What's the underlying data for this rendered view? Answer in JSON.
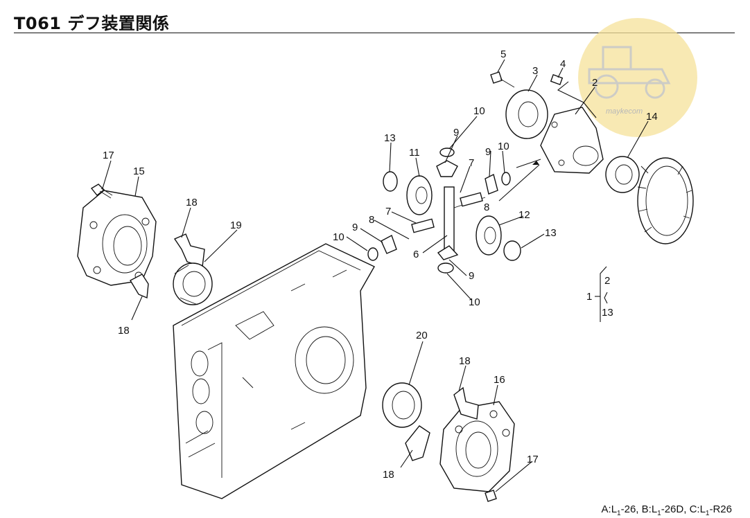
{
  "header": {
    "title": "T061 デフ装置関係"
  },
  "watermark": {
    "text": "maykecom",
    "color": "#f6e29a",
    "icon": "tractor-icon"
  },
  "callouts": {
    "c1": "1",
    "c2": "2",
    "c2b": "2",
    "c3": "3",
    "c4": "4",
    "c5": "5",
    "c6": "6",
    "c7a": "7",
    "c7b": "7",
    "c8a": "8",
    "c8b": "8",
    "c9a": "9",
    "c9b": "9",
    "c9c": "9",
    "c9d": "9",
    "c10a": "10",
    "c10b": "10",
    "c10c": "10",
    "c10d": "10",
    "c11": "11",
    "c12": "12",
    "c13a": "13",
    "c13b": "13",
    "c13c": "13",
    "c14": "14",
    "c15": "15",
    "c16": "16",
    "c17a": "17",
    "c17b": "17",
    "c18a": "18",
    "c18b": "18",
    "c18c": "18",
    "c18d": "18",
    "c19": "19",
    "c20": "20"
  },
  "footnote": {
    "a_pre": "A:L",
    "a_sub": "1",
    "a_post": "-26,",
    "b_pre": "B:L",
    "b_sub": "1",
    "b_post": "-26D,",
    "c_pre": "C:L",
    "c_sub": "1",
    "c_post": "-R26"
  }
}
